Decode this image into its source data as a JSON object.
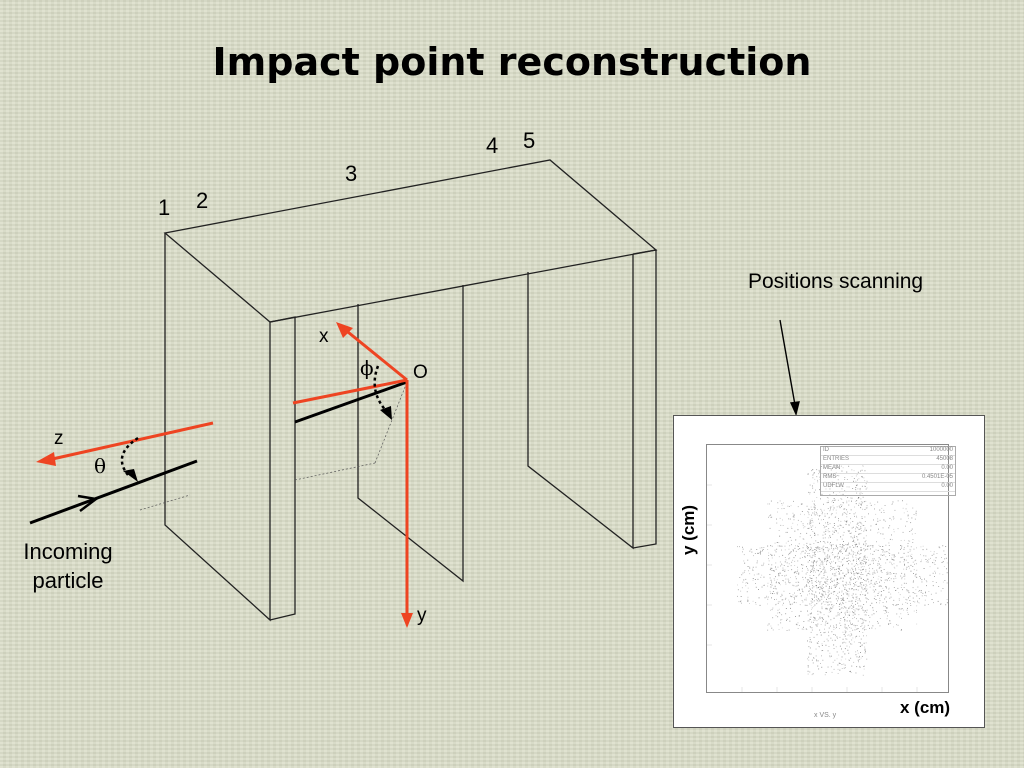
{
  "title": "Impact point reconstruction",
  "plane_numbers": [
    "1",
    "2",
    "3",
    "4",
    "5"
  ],
  "axes": {
    "x": "x",
    "y": "y",
    "z": "z",
    "origin": "O"
  },
  "angles": {
    "theta": "θ",
    "phi": "ϕ"
  },
  "incoming_particle": {
    "line1": "Incoming",
    "line2": "particle"
  },
  "callout": "Positions scanning",
  "scan_plot": {
    "xlabel": "x (cm)",
    "ylabel": "y (cm)",
    "footer": "x VS. y",
    "stats": [
      [
        "ID",
        "1000000"
      ],
      [
        "ENTRIES",
        "45008"
      ],
      [
        "MEAN",
        "0.00"
      ],
      [
        "RMS",
        "0.4501E-05"
      ],
      [
        "UDFLW",
        "0.00"
      ]
    ]
  },
  "colors": {
    "axis": "#ee4422",
    "structure": "#222222",
    "background": "#d9dcc7"
  }
}
